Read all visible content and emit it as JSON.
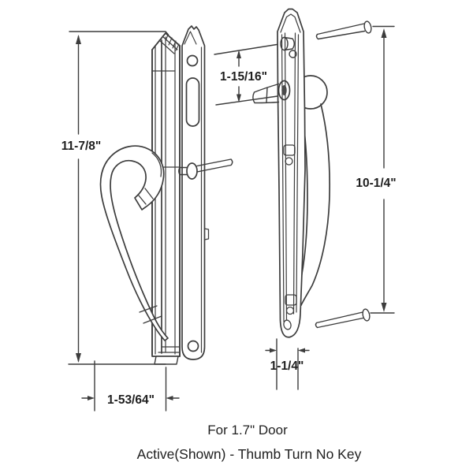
{
  "colors": {
    "line": "#3c3c3c",
    "text": "#1f1f1f",
    "background": "#ffffff"
  },
  "dimension_labels": {
    "overall_height": "11-7/8\"",
    "top_to_spindle": "1-15/16\"",
    "screw_hole_spacing": "10-1/4\"",
    "handle_projection": "1-53/64\"",
    "plate_width": "1-1/4\""
  },
  "captions": {
    "line1": "For 1.7\" Door",
    "line2": "Active(Shown) - Thumb Turn No Key"
  }
}
